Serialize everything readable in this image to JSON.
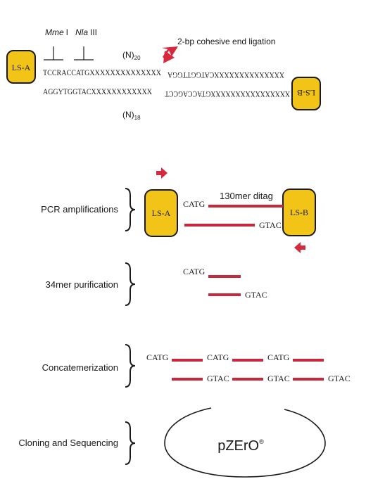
{
  "colors": {
    "line_red": "#c8283c",
    "arrow_red": "#d8283e",
    "box_fill": "#f2c418",
    "box_stroke": "#1a1a1a",
    "text": "#1a1a1a"
  },
  "top": {
    "enzyme1_name": "Mme",
    "enzyme1_suffix": "I",
    "enzyme2_name": "Nla",
    "enzyme2_suffix": "III",
    "cohesive_label": "2-bp cohesive end ligation",
    "n20_base": "(N)",
    "n20_sub": "20",
    "n18_base": "(N)",
    "n18_sub": "18",
    "left_top_seq": "TCCRACCATGXXXXXXXXXXXXXX",
    "left_bottom_seq": "AGGYTGGTACXXXXXXXXXXXX",
    "right_top_seq_mirrored": "XXXXXXXXXXXXXXCATGGTTGGA",
    "right_bottom_seq_mirrored": "XXXXXXXXXXXXXXXXGTACCAGCCT",
    "box_left_label": "LS-A",
    "box_right_label": "LS-B"
  },
  "steps": [
    {
      "label": "PCR amplifications"
    },
    {
      "label": "34mer purification"
    },
    {
      "label": "Concatemerization"
    },
    {
      "label": "Cloning and Sequencing"
    }
  ],
  "pcr": {
    "box_left_label": "LS-A",
    "box_right_label": "LS-B",
    "catg": "CATG",
    "gtac": "GTAC",
    "ditag_label": "130mer ditag"
  },
  "purification": {
    "catg": "CATG",
    "gtac": "GTAC"
  },
  "concat": {
    "top_labels": [
      "CATG",
      "CATG",
      "CATG"
    ],
    "bottom_labels": [
      "GTAC",
      "GTAC",
      "GTAC"
    ]
  },
  "cloning": {
    "vector_name": "pZErO",
    "vector_mark": "®"
  }
}
